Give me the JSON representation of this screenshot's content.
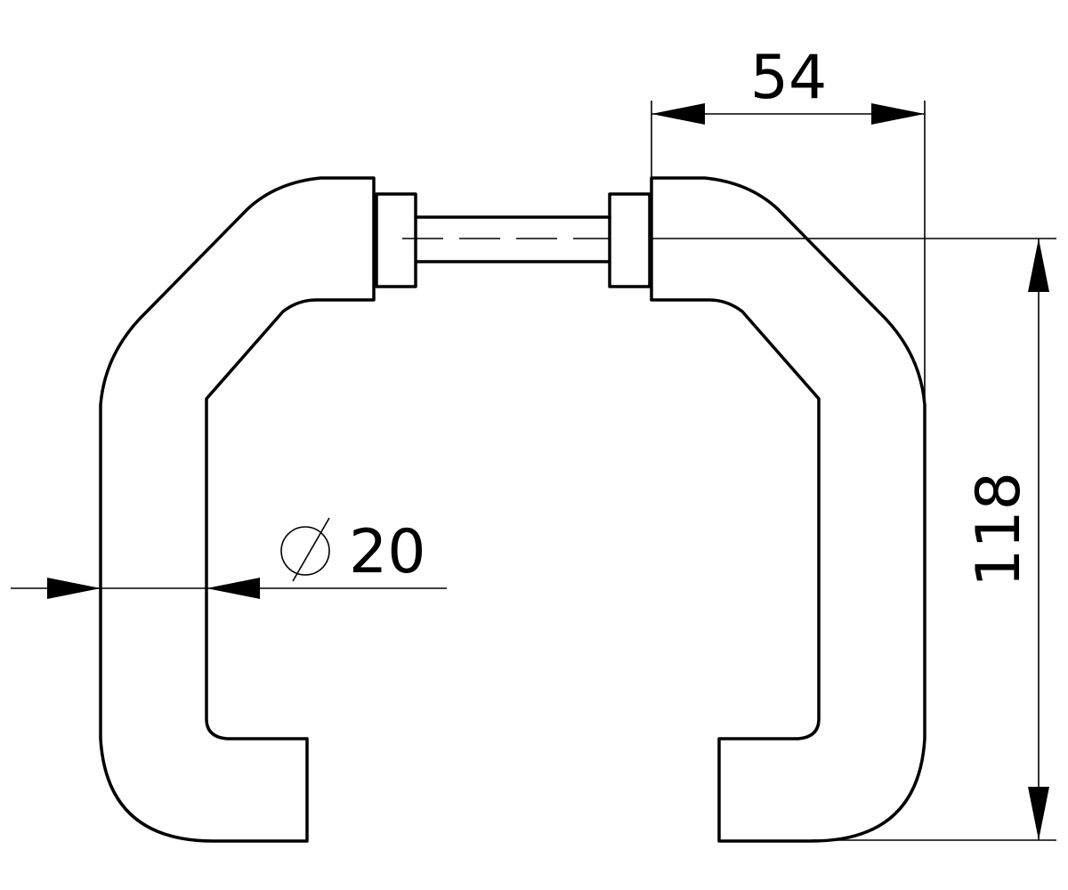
{
  "dimensions": {
    "width": {
      "value": "54"
    },
    "height": {
      "value": "118"
    },
    "diameter": {
      "symbol": "∅",
      "value": "20"
    }
  },
  "colors": {
    "ink": "#000000",
    "background": "#ffffff"
  }
}
